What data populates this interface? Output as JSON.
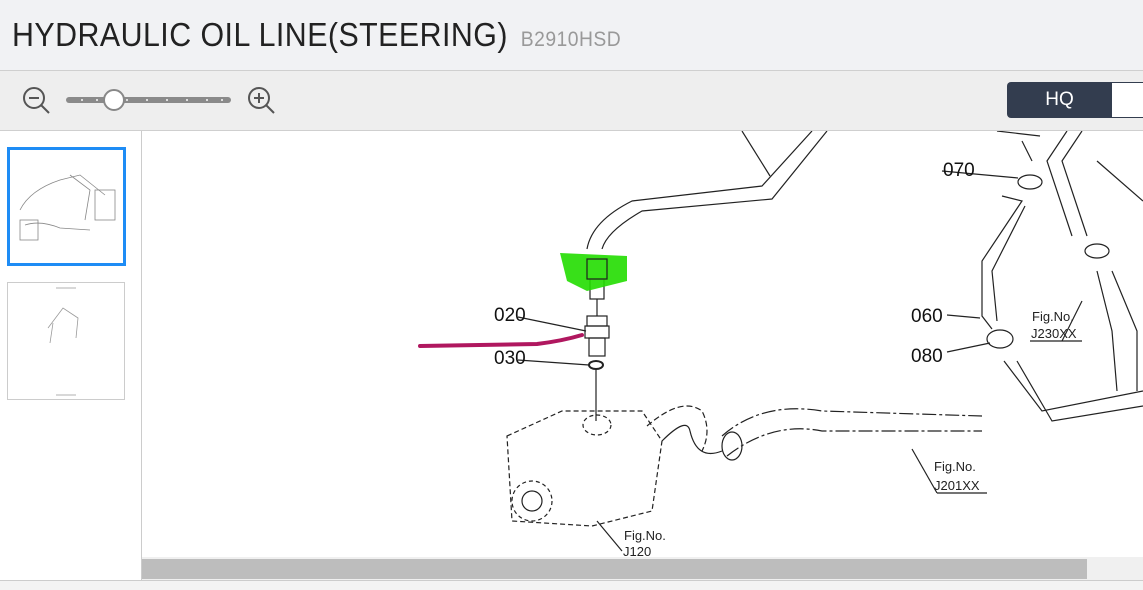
{
  "header": {
    "title": "HYDRAULIC OIL LINE(STEERING)",
    "model": "B2910HSD"
  },
  "toolbar": {
    "zoom_out_icon": "zoom-out-icon",
    "zoom_in_icon": "zoom-in-icon",
    "zoom_level_fraction": 0.2,
    "quality_label": "HQ"
  },
  "sidebar": {
    "pages": [
      {
        "page": 1,
        "active": true
      },
      {
        "page": 2,
        "active": false
      }
    ]
  },
  "diagram": {
    "callouts": [
      "020",
      "030",
      "060",
      "070",
      "080"
    ],
    "fig_refs": [
      {
        "fig": "Fig.No.",
        "code": "J120"
      },
      {
        "fig": "Fig.No.",
        "code": "J201XX"
      },
      {
        "fig": "Fig.No.",
        "code": "J230XX"
      }
    ],
    "annotation_colors": {
      "highlight": "#22dd00",
      "stroke": "#b0175f"
    }
  }
}
